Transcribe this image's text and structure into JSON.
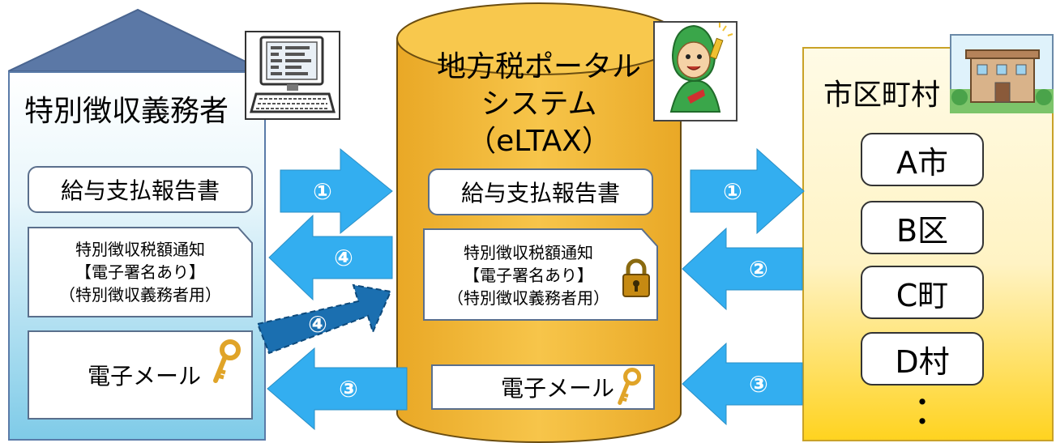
{
  "left": {
    "title": "特別徴収義務者",
    "box1": "給与支払報告書",
    "box2": {
      "line1": "特別徴収税額通知",
      "line2": "【電子署名あり】",
      "line3": "（特別徴収義務者用）"
    },
    "box3": "電子メール"
  },
  "center": {
    "title": {
      "line1": "地方税ポータル",
      "line2": "システム",
      "line3": "（eLTAX）"
    },
    "box1": "給与支払報告書",
    "box2": {
      "line1": "特別徴収税額通知",
      "line2": "【電子署名あり】",
      "line3": "（特別徴収義務者用）"
    },
    "box3": "電子メール"
  },
  "right": {
    "title": "市区町村",
    "cities": [
      "A市",
      "B区",
      "C町",
      "D村"
    ],
    "more": "・\n・"
  },
  "arrows": {
    "a1_left": "①",
    "a4_left": "④",
    "a4_dashed": "④",
    "a3_left": "③",
    "a1_right": "①",
    "a2_right": "②",
    "a3_right": "③"
  },
  "colors": {
    "arrow_blue": "#33aef0",
    "arrow_dark": "#1b6fb0",
    "cylinder": "#f2b632",
    "lock": "#c68a12",
    "key": "#e0a428"
  }
}
